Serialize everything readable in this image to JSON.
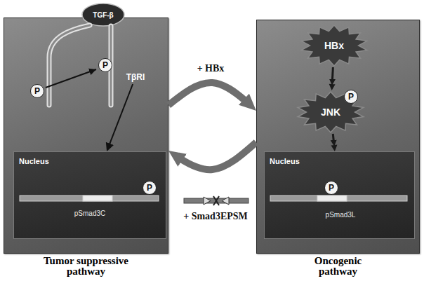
{
  "diagram": {
    "nodes": [
      {
        "text": [
          "Tumor suppressive pathway"
        ]
      },
      {
        "text": [
          "TGF-β"
        ],
        "in": 0
      },
      {
        "text": [
          "TβRI"
        ],
        "in": 0
      },
      {
        "text": [
          "Nucleus"
        ],
        "in": 0
      },
      {
        "text": [
          "pSmad3C"
        ],
        "in": 3
      },
      {
        "text": [
          "Oncogenic pathway"
        ]
      },
      {
        "text": [
          "HBx"
        ],
        "in": 5
      },
      {
        "text": [
          "JNK"
        ],
        "in": 5
      },
      {
        "text": [
          "Nucleus"
        ],
        "in": 5
      },
      {
        "text": [
          "pSmad3L"
        ],
        "in": 8
      }
    ],
    "edges": [
      {
        "from": 2,
        "to": 3,
        "arrow": "to"
      },
      {
        "from": 6,
        "to": 7,
        "arrow": "to"
      },
      {
        "from": 7,
        "to": 8,
        "arrow": "to"
      },
      {
        "from": 0,
        "to": 5,
        "label": "+ HBx",
        "arrow": "to"
      },
      {
        "from": 5,
        "to": 0,
        "label": "+ Smad3EPSM",
        "arrow": "to"
      }
    ],
    "labels": [
      "P",
      "P",
      "P",
      "P",
      "P"
    ]
  }
}
